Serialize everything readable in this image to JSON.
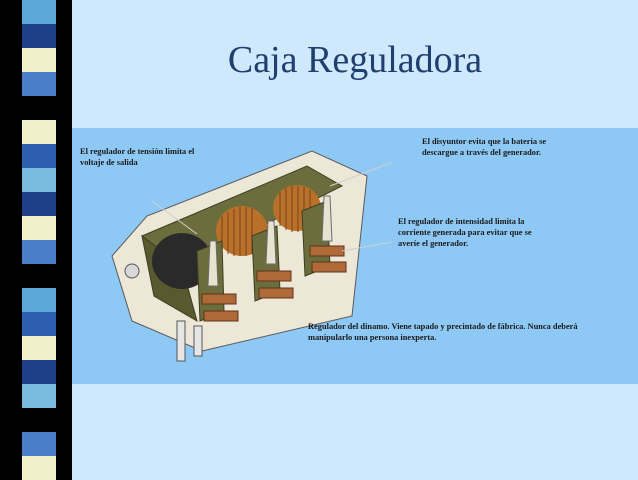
{
  "slide": {
    "title": "Caja Reguladora"
  },
  "labels": {
    "tension": "El regulador de tensión limita el voltaje de salida",
    "disyuntor": "El disyuntor evita que la batería se descargue a través del generador.",
    "intensidad": "El regulador de intensidad limita la corriente generada para evitar que se averíe el generador.",
    "regulador": "Regulador del dinamo.  Viene tapado y precintado de fábrica. Nunca deberá manipularlo una persona inexperta."
  },
  "colors": {
    "background": "#cfe8fb",
    "panel": "#8ec8f5",
    "title": "#1f3f6e",
    "strip": [
      "#5aa9d8",
      "#4a7fc8",
      "#f1f0c8",
      "#2d5fae",
      "#7bbbe0",
      "#1e3f8a"
    ]
  }
}
